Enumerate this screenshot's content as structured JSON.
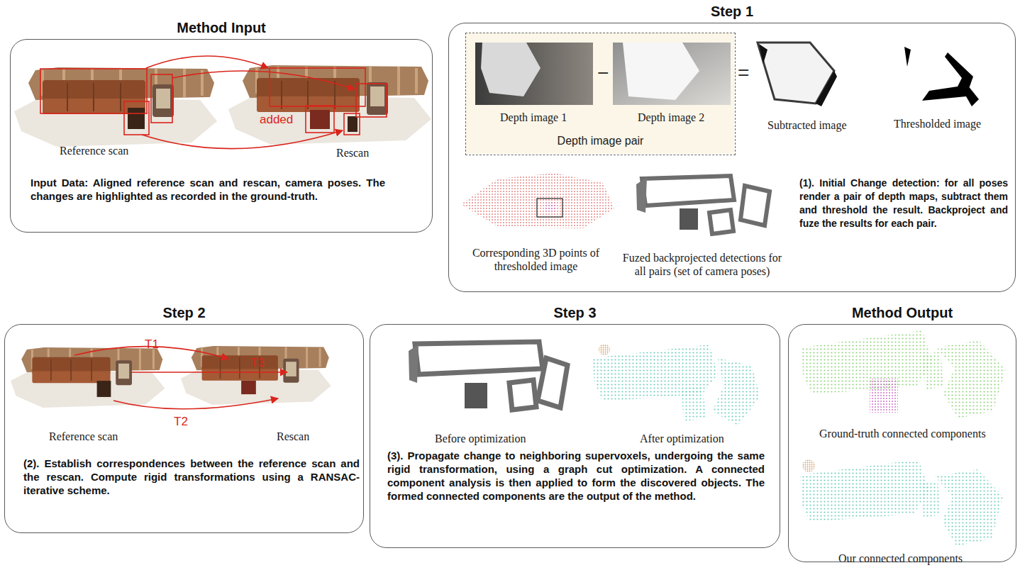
{
  "diagram": {
    "nodes": [
      {
        "text": [
          "Method Input",
          "Input Data: Aligned reference scan and rescan, camera poses. The changes are highlighted as recorded in the ground-truth."
        ]
      },
      {
        "text": [
          "Step 1",
          "(1). Initial Change detection: for all poses render a pair of depth maps, subtract them and threshold the result. Backproject and fuze the results for each pair."
        ]
      },
      {
        "text": [
          "Depth image pair"
        ],
        "in": 1
      },
      {
        "text": [
          "Step 2",
          "(2). Establish correspondences between the reference scan and the rescan. Compute rigid transformations using a RANSAC-iterative scheme."
        ]
      },
      {
        "text": [
          "Step 3",
          "(3). Propagate change to neighboring supervoxels, undergoing the same rigid transformation, using a graph cut optimization. A connected component analysis is then applied to form the discovered objects. The formed connected components are the output of the method."
        ]
      },
      {
        "text": [
          "Method Output"
        ]
      }
    ],
    "labels": [
      "Reference scan",
      "Rescan",
      "added",
      "Depth image 1",
      "Depth image 2",
      "−",
      "=",
      "Subtracted image",
      "Thresholded image",
      "Corresponding 3D points of thresholded image",
      "Fuzed backprojected detections for all pairs (set of camera poses)",
      "T1",
      "T3",
      "T2",
      "Reference scan",
      "Rescan",
      "Before optimization",
      "After optimization",
      "Ground-truth connected components",
      "Our connected components"
    ]
  }
}
